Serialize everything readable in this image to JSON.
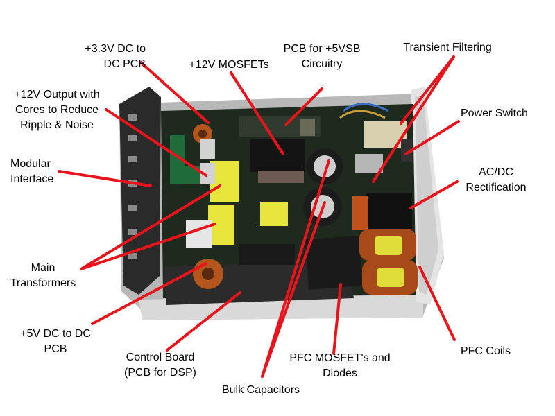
{
  "colors": {
    "leader_line": "#e8141c",
    "label_text": "#000000",
    "background": "#ffffff"
  },
  "labels": {
    "dc33_pcb": [
      "+3.3V DC to",
      "DC PCB"
    ],
    "mosfets_12v": [
      "+12V MOSFETs"
    ],
    "pcb_5vsb": [
      "PCB for +5VSB",
      "Circuitry"
    ],
    "transient": [
      "Transient Filtering"
    ],
    "output_12v": [
      "+12V Output with",
      "Cores to Reduce",
      "Ripple & Noise"
    ],
    "power_switch": [
      "Power Switch"
    ],
    "modular": [
      "Modular",
      "Interface"
    ],
    "acdc": [
      "AC/DC",
      "Rectification"
    ],
    "main_transformers": [
      "Main",
      "Transformers"
    ],
    "dc5_pcb": [
      "+5V DC to DC",
      "PCB"
    ],
    "control_board": [
      "Control Board",
      "(PCB for DSP)"
    ],
    "pfc_mosfet": [
      "PFC MOSFET's and",
      "Diodes"
    ],
    "pfc_coils": [
      "PFC Coils"
    ],
    "bulk_caps": [
      "Bulk Capacitors"
    ]
  }
}
